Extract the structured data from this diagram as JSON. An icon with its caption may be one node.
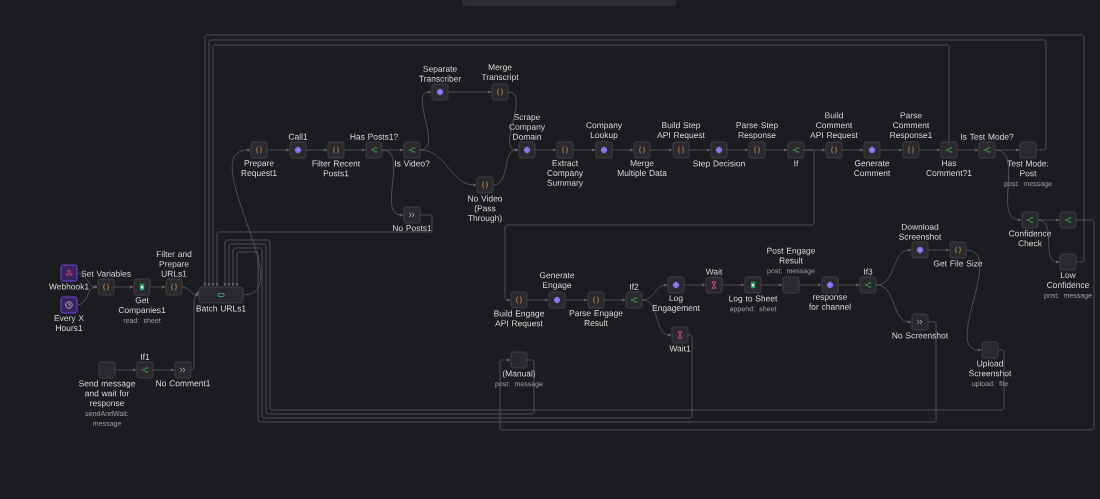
{
  "diagram": {
    "nodes": [
      {
        "text": [
          "Webhook1"
        ]
      },
      {
        "text": [
          "Every X Hours1"
        ]
      },
      {
        "text": [
          "Set Variables"
        ]
      },
      {
        "text": [
          "Get Companies1",
          "read: sheet"
        ]
      },
      {
        "text": [
          "Filter and Prepare URLs1"
        ]
      },
      {
        "text": [
          "Batch URLs1"
        ]
      },
      {
        "text": [
          "Send message and wait for response",
          "sendAndWait: message"
        ]
      },
      {
        "text": [
          "If1"
        ]
      },
      {
        "text": [
          "No Comment1"
        ]
      },
      {
        "text": [
          "Prepare Request1"
        ]
      },
      {
        "text": [
          "Call1"
        ]
      },
      {
        "text": [
          "Filter Recent Posts1"
        ]
      },
      {
        "text": [
          "Has Posts1?"
        ]
      },
      {
        "text": [
          "Is Video?"
        ]
      },
      {
        "text": [
          "Separate Transcriber"
        ]
      },
      {
        "text": [
          "Merge Transcript"
        ]
      },
      {
        "text": [
          "No Posts1"
        ]
      },
      {
        "text": [
          "No Video (Pass Through)"
        ]
      },
      {
        "text": [
          "Scrape Company Domain"
        ]
      },
      {
        "text": [
          "Extract Company Summary"
        ]
      },
      {
        "text": [
          "Company Lookup"
        ]
      },
      {
        "text": [
          "Merge Multiple Data"
        ]
      },
      {
        "text": [
          "Build Step API Request"
        ]
      },
      {
        "text": [
          "Step Decision"
        ]
      },
      {
        "text": [
          "Parse Step Response"
        ]
      },
      {
        "text": [
          "If"
        ]
      },
      {
        "text": [
          "Build Comment API Request"
        ]
      },
      {
        "text": [
          "Generate Comment"
        ]
      },
      {
        "text": [
          "Parse Comment Response1"
        ]
      },
      {
        "text": [
          "Has Comment?1"
        ]
      },
      {
        "text": [
          "Is Test Mode?"
        ]
      },
      {
        "text": [
          "Test Mode: Post",
          "post: message"
        ]
      },
      {
        "text": [
          "Confidence Check"
        ]
      },
      {
        "text": [],
        "shape": "box"
      },
      {
        "text": [
          "Low Confidence",
          "post: message"
        ]
      },
      {
        "text": [
          "Build Engage API Request"
        ]
      },
      {
        "text": [
          "Generate Engage"
        ]
      },
      {
        "text": [
          "Parse Engage Result"
        ]
      },
      {
        "text": [
          "If2"
        ]
      },
      {
        "text": [
          "Log Engagement"
        ]
      },
      {
        "text": [
          "Wait"
        ]
      },
      {
        "text": [
          "Log to Sheet",
          "append: sheet"
        ]
      },
      {
        "text": [
          "Post Engage Result",
          "post: message"
        ]
      },
      {
        "text": [
          "response for channel"
        ]
      },
      {
        "text": [
          "If3"
        ]
      },
      {
        "text": [
          "Download Screenshot"
        ]
      },
      {
        "text": [
          "Get File Size"
        ]
      },
      {
        "text": [
          "No Screenshot"
        ]
      },
      {
        "text": [
          "Wait1"
        ]
      },
      {
        "text": [
          "(Manual)",
          "post: message"
        ]
      },
      {
        "text": [
          "Upload Screenshot",
          "upload: file"
        ]
      }
    ],
    "edges": [
      {
        "from": 0,
        "to": 2,
        "arrow": "to"
      },
      {
        "from": 1,
        "to": 2,
        "arrow": "to"
      },
      {
        "from": 2,
        "to": 3,
        "arrow": "to"
      },
      {
        "from": 3,
        "to": 4,
        "arrow": "to"
      },
      {
        "from": 4,
        "to": 5,
        "arrow": "to"
      },
      {
        "from": 5,
        "to": 9,
        "arrow": "to"
      },
      {
        "from": 9,
        "to": 10,
        "arrow": "to"
      },
      {
        "from": 10,
        "to": 11,
        "arrow": "to"
      },
      {
        "from": 11,
        "to": 12,
        "arrow": "to"
      },
      {
        "from": 12,
        "to": 13,
        "arrow": "to"
      },
      {
        "from": 12,
        "to": 16,
        "arrow": "to"
      },
      {
        "from": 13,
        "to": 14,
        "arrow": "to"
      },
      {
        "from": 13,
        "to": 17,
        "arrow": "to"
      },
      {
        "from": 14,
        "to": 15,
        "arrow": "to"
      },
      {
        "from": 15,
        "to": 18,
        "arrow": "to"
      },
      {
        "from": 17,
        "to": 18,
        "arrow": "to"
      },
      {
        "from": 18,
        "to": 19,
        "arrow": "to"
      },
      {
        "from": 19,
        "to": 20,
        "arrow": "to"
      },
      {
        "from": 20,
        "to": 21,
        "arrow": "to"
      },
      {
        "from": 21,
        "to": 22,
        "arrow": "to"
      },
      {
        "from": 22,
        "to": 23,
        "arrow": "to"
      },
      {
        "from": 23,
        "to": 24,
        "arrow": "to"
      },
      {
        "from": 24,
        "to": 25,
        "arrow": "to"
      },
      {
        "from": 25,
        "to": 26,
        "arrow": "to"
      },
      {
        "from": 25,
        "to": 35,
        "arrow": "to"
      },
      {
        "from": 26,
        "to": 27,
        "arrow": "to"
      },
      {
        "from": 27,
        "to": 28,
        "arrow": "to"
      },
      {
        "from": 28,
        "to": 29,
        "arrow": "to"
      },
      {
        "from": 29,
        "to": 30,
        "arrow": "to"
      },
      {
        "from": 29,
        "to": 5,
        "arrow": "to"
      },
      {
        "from": 30,
        "to": 31,
        "arrow": "to"
      },
      {
        "from": 30,
        "to": 32,
        "arrow": "to"
      },
      {
        "from": 31,
        "to": 5,
        "arrow": "to"
      },
      {
        "from": 32,
        "to": 33,
        "arrow": "to"
      },
      {
        "from": 32,
        "to": 34,
        "arrow": "to"
      },
      {
        "from": 33,
        "to": 49,
        "arrow": "to"
      },
      {
        "from": 34,
        "to": 5,
        "arrow": "to"
      },
      {
        "from": 16,
        "to": 5,
        "arrow": "to"
      },
      {
        "from": 6,
        "to": 7,
        "arrow": "to"
      },
      {
        "from": 7,
        "to": 8,
        "arrow": "to"
      },
      {
        "from": 8,
        "to": 5,
        "arrow": "to"
      },
      {
        "from": 35,
        "to": 36,
        "arrow": "to"
      },
      {
        "from": 36,
        "to": 37,
        "arrow": "to"
      },
      {
        "from": 37,
        "to": 38,
        "arrow": "to"
      },
      {
        "from": 38,
        "to": 39,
        "arrow": "to"
      },
      {
        "from": 38,
        "to": 48,
        "arrow": "to"
      },
      {
        "from": 39,
        "to": 40,
        "arrow": "to"
      },
      {
        "from": 40,
        "to": 41,
        "arrow": "to"
      },
      {
        "from": 41,
        "to": 42,
        "arrow": "to"
      },
      {
        "from": 42,
        "to": 43,
        "arrow": "to"
      },
      {
        "from": 43,
        "to": 44,
        "arrow": "to"
      },
      {
        "from": 44,
        "to": 45,
        "arrow": "to"
      },
      {
        "from": 44,
        "to": 47,
        "arrow": "to"
      },
      {
        "from": 45,
        "to": 46,
        "arrow": "to"
      },
      {
        "from": 46,
        "to": 50,
        "arrow": "to"
      },
      {
        "from": 47,
        "to": 5,
        "arrow": "to"
      },
      {
        "from": 48,
        "to": 5,
        "arrow": "to"
      },
      {
        "from": 49,
        "to": 5,
        "arrow": "to"
      },
      {
        "from": 50,
        "to": 5,
        "arrow": "to"
      }
    ]
  }
}
